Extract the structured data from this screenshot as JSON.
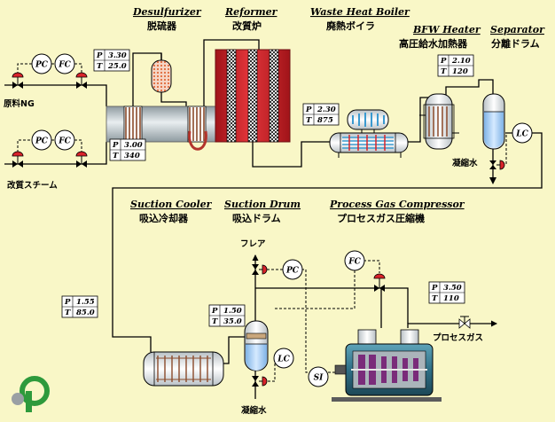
{
  "equipment": {
    "desulfurizer": {
      "en": "Desulfurizer",
      "jp": "脱硫器"
    },
    "reformer": {
      "en": "Reformer",
      "jp": "改質炉"
    },
    "waste_heat_boiler": {
      "en": "Waste Heat Boiler",
      "jp": "廃熱ボイラ"
    },
    "bfw_heater": {
      "en": "BFW Heater",
      "jp": "高圧給水加熱器"
    },
    "separator": {
      "en": "Separator",
      "jp": "分離ドラム"
    },
    "suction_cooler": {
      "en": "Suction Cooler",
      "jp": "吸込冷却器"
    },
    "suction_drum": {
      "en": "Suction Drum",
      "jp": "吸込ドラム"
    },
    "process_gas_compressor": {
      "en": "Process Gas Compressor",
      "jp": "プロセスガス圧縮機"
    }
  },
  "streams": {
    "feed_ng": "原料NG",
    "reforming_steam": "改質スチーム",
    "flare": "フレア",
    "process_gas": "プロセスガス",
    "condensate_1": "凝縮水",
    "condensate_2": "凝縮水"
  },
  "instruments": {
    "pc": "PC",
    "fc": "FC",
    "lc": "LC",
    "si": "SI"
  },
  "conditions": [
    {
      "id": "desulfurizer-inlet",
      "p_label": "P",
      "p": "3.30",
      "t_label": "T",
      "t": "25.0"
    },
    {
      "id": "desulfurizer-outlet",
      "p_label": "P",
      "p": "3.00",
      "t_label": "T",
      "t": "340"
    },
    {
      "id": "boiler-inlet",
      "p_label": "P",
      "p": "2.30",
      "t_label": "T",
      "t": "875"
    },
    {
      "id": "bfw-heater-inlet",
      "p_label": "P",
      "p": "2.10",
      "t_label": "T",
      "t": "120"
    },
    {
      "id": "cooler-inlet",
      "p_label": "P",
      "p": "1.55",
      "t_label": "T",
      "t": "85.0"
    },
    {
      "id": "drum-inlet",
      "p_label": "P",
      "p": "1.50",
      "t_label": "T",
      "t": "35.0"
    },
    {
      "id": "compressor-outlet",
      "p_label": "P",
      "p": "3.50",
      "t_label": "T",
      "t": "110"
    }
  ],
  "colors": {
    "background": "#f9f7c7",
    "reformer": "#d8232a",
    "valve_actuator": "#d8232a",
    "vessel_water": "#9fc7ee",
    "compressor_casing": "#2f6f86",
    "compressor_rotor": "#7a2c7a",
    "desulfurizer_fill": "#f3b59a",
    "logo": "#2e9a3c"
  }
}
